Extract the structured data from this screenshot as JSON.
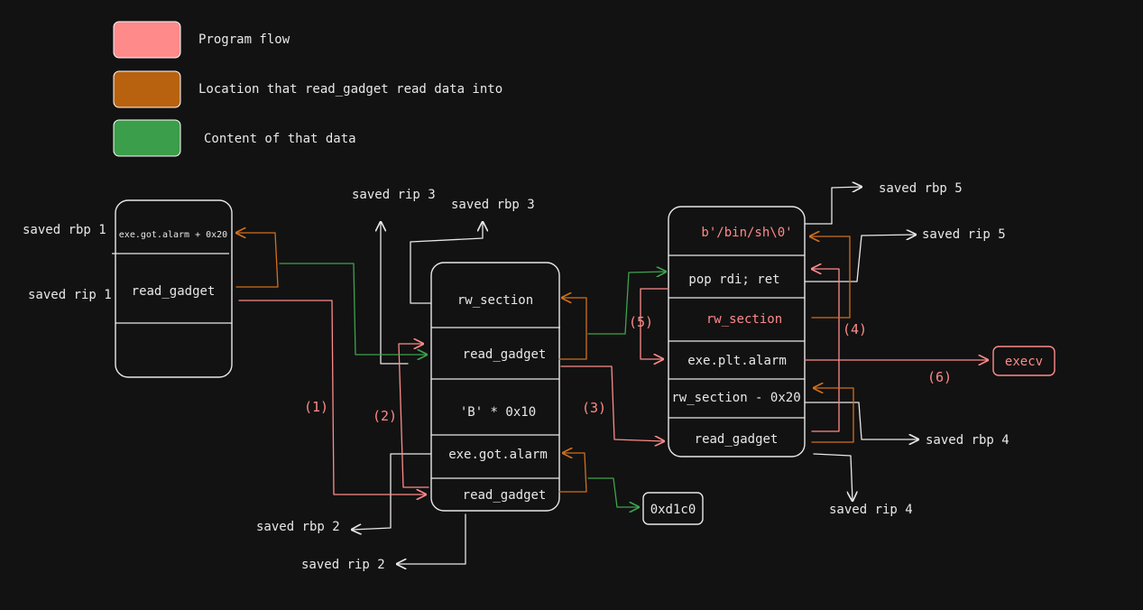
{
  "colors": {
    "background": "#121212",
    "stroke": "#e8e8e8",
    "program_flow": "#ff8a8a",
    "read_location": "#d0701c",
    "data_content": "#3fa34d"
  },
  "legend": [
    {
      "swatch_color": "#ff8a8a",
      "label": "Program flow"
    },
    {
      "swatch_color": "#b86210",
      "label": "Location that read_gadget read data into"
    },
    {
      "swatch_color": "#3a9e4a",
      "label": "Content of that data"
    }
  ],
  "stack1": {
    "slots": [
      "exe.got.alarm + 0x20",
      "read_gadget",
      ""
    ]
  },
  "stack2": {
    "slots": [
      "rw_section",
      "read_gadget",
      "'B' * 0x10",
      "exe.got.alarm",
      "read_gadget"
    ]
  },
  "stack3": {
    "slots": [
      "b'/bin/sh\\0'",
      "pop rdi; ret",
      "rw_section",
      "exe.plt.alarm",
      "rw_section - 0x20",
      "read_gadget"
    ]
  },
  "value_box": "0xd1c0",
  "target_box": "execv",
  "labels": {
    "saved_rbp_1": "saved rbp 1",
    "saved_rip_1": "saved rip 1",
    "saved_rip_3": "saved rip 3",
    "saved_rbp_3": "saved rbp 3",
    "saved_rbp_2": "saved rbp 2",
    "saved_rip_2": "saved rip 2",
    "saved_rbp_5": "saved rbp 5",
    "saved_rip_5": "saved rip 5",
    "saved_rbp_4": "saved rbp 4",
    "saved_rip_4": "saved rip 4"
  },
  "steps": [
    "(1)",
    "(2)",
    "(3)",
    "(4)",
    "(5)",
    "(6)"
  ]
}
